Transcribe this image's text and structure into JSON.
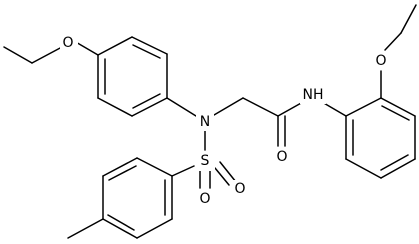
{
  "molecule": {
    "atoms": {
      "o_left": "O",
      "n_center": "N",
      "s_sulfonyl": "S",
      "o_sulfonyl_left": "O",
      "o_sulfonyl_right": "O",
      "o_carbonyl": "O",
      "nh_amide": "NH",
      "o_right": "O"
    }
  }
}
